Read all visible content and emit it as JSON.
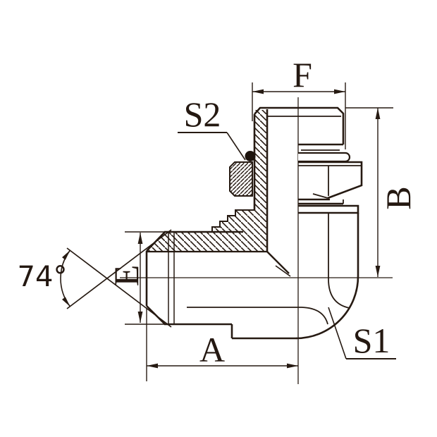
{
  "drawing": {
    "labels": {
      "f": "F",
      "s2": "S2",
      "b": "B",
      "e": "E",
      "a": "A",
      "s1": "S1",
      "cone_angle": "74°"
    },
    "colors": {
      "line": "#261a12",
      "background": "#ffffff"
    }
  }
}
